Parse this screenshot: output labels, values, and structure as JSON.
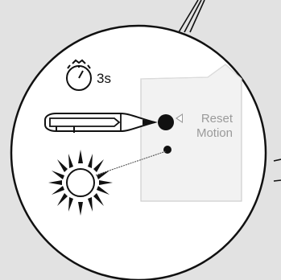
{
  "timer": {
    "duration_label": "3s",
    "icon": "stopwatch-icon"
  },
  "device": {
    "button_label": "Reset",
    "led_label": "Motion"
  },
  "icons": {
    "pen": "pen-icon",
    "flash": "flash-led-icon",
    "arrow": "left-arrow-icon"
  },
  "colors": {
    "outline": "#111111",
    "background": "#e2e2e2",
    "device_panel": "#f2f2f2",
    "label_gray": "#9a9a9a"
  }
}
